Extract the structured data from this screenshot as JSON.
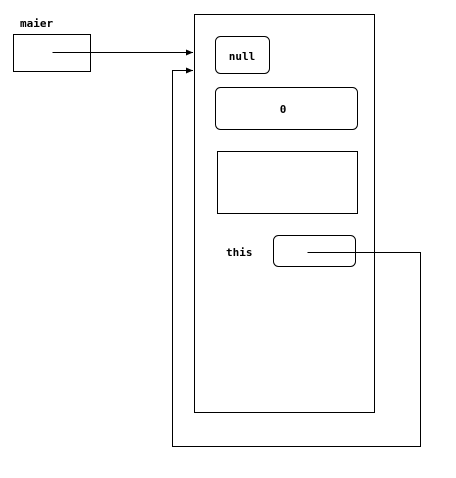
{
  "diagram": {
    "variable_label": "maier",
    "object": {
      "field_reference_value": "null",
      "field_number_value": "0",
      "this_label": "this"
    }
  },
  "colors": {
    "stroke": "#000000",
    "background": "#ffffff"
  }
}
